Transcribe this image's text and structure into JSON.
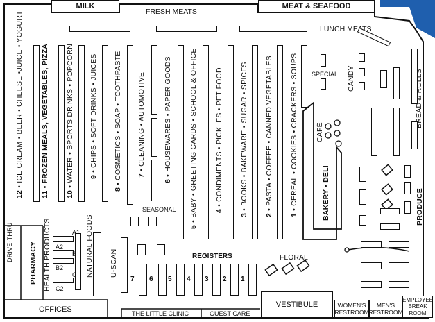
{
  "departments": {
    "milk": "MILK",
    "fresh_meats": "FRESH MEATS",
    "meat_seafood": "MEAT & SEAFOOD",
    "lunch_meats": "LUNCH MEATS",
    "special": "SPECIAL",
    "candy": "CANDY",
    "bread_rolls": "BREAD & ROLLS",
    "cafe": "CAFÉ",
    "bakery": "BAKERY",
    "deli": "DELI",
    "produce": "PRODUCE",
    "seasonal": "SEASONAL",
    "registers": "REGISTERS",
    "floral": "FLORAL",
    "u_scan": "U-SCAN",
    "natural_foods": "NATURAL FOODS",
    "health_products": "HEALTH PRODUCTS",
    "pharmacy": "PHARMACY",
    "drive_thru": "DRIVE-THRU",
    "offices": "OFFICES",
    "vestibule": "VESTIBULE",
    "little_clinic": "THE LITTLE CLINIC",
    "guest_care": "GUEST CARE",
    "womens_restroom": [
      "WOMEN'S",
      "RESTROOM"
    ],
    "mens_restroom": [
      "MEN'S",
      "RESTROOM"
    ],
    "employee_break_room": [
      "EMPLOYEE",
      "BREAK",
      "ROOM"
    ]
  },
  "aisles": [
    {
      "num": "12",
      "items": "ICE CREAM • BEER • CHEESE •JUICE • YOGURT"
    },
    {
      "num": "11",
      "items": "FROZEN MEALS, VEGETABLES, PIZZA"
    },
    {
      "num": "10",
      "items": "WATER • SPORTS DRINKS • POPCORN"
    },
    {
      "num": "9",
      "items": "CHIPS • SOFT DRINKS • JUICES"
    },
    {
      "num": "8",
      "items": "COSMETICS • SOAP • TOOTHPASTE"
    },
    {
      "num": "7",
      "items": "CLEANING • AUTOMOTIVE"
    },
    {
      "num": "6",
      "items": "HOUSEWARES • PAPER GOODS"
    },
    {
      "num": "5",
      "items": "BABY • GREETING CARDS • SCHOOL & OFFICE"
    },
    {
      "num": "4",
      "items": "CONDIMENTS • PICKLES • PET FOOD"
    },
    {
      "num": "3",
      "items": "BOOKS • BAKEWARE • SUGAR • SPICES"
    },
    {
      "num": "2",
      "items": "PASTA • COFFEE • CANNED VEGETABLES"
    },
    {
      "num": "1",
      "items": "CEREAL • COOKIES • CRACKERS • SOUPS"
    }
  ],
  "pharmacy_sections": [
    "A1",
    "A2",
    "B1",
    "B2",
    "C1",
    "C2"
  ],
  "register_numbers": [
    "7",
    "6",
    "5",
    "4",
    "3",
    "2",
    "1"
  ],
  "colors": {
    "wall": "#111111",
    "outside": "#ffffff",
    "water_accent": "#1f5fae"
  }
}
